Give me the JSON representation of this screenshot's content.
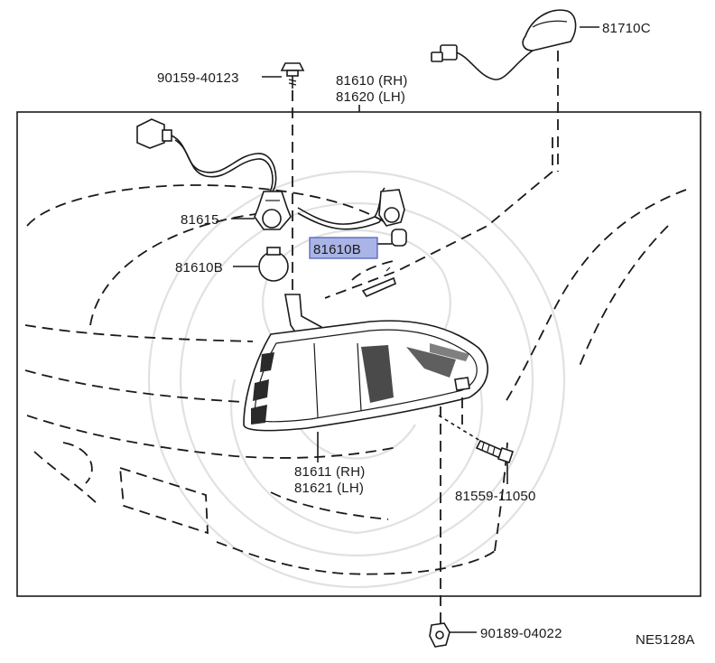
{
  "labels": {
    "antenna_part": "81710C",
    "screw_part": "90159-40123",
    "lamp_assy_rh": "81610 (RH)",
    "lamp_assy_lh": "81620 (LH)",
    "socket_part": "81615",
    "bulb_part_highlighted": "81610B",
    "bulb_part": "81610B",
    "lens_rh": "81611 (RH)",
    "lens_lh": "81621 (LH)",
    "bolt_part": "81559-11050",
    "clip_part": "90189-04022",
    "diagram_code": "NE5128A"
  },
  "colors": {
    "highlight_fill": "#aab4e6",
    "highlight_stroke": "#4a5bb8",
    "line": "#1a1a1a"
  }
}
